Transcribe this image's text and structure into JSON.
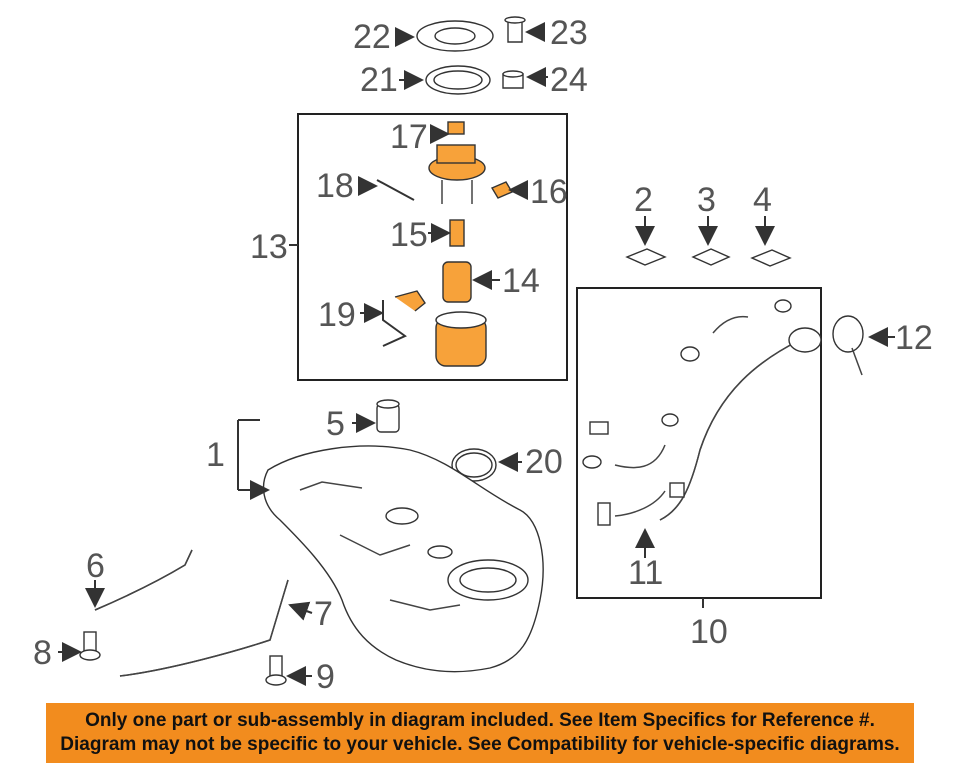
{
  "callouts": {
    "c1": "1",
    "c2": "2",
    "c3": "3",
    "c4": "4",
    "c5": "5",
    "c6": "6",
    "c7": "7",
    "c8": "8",
    "c9": "9",
    "c10": "10",
    "c11": "11",
    "c12": "12",
    "c13": "13",
    "c14": "14",
    "c15": "15",
    "c16": "16",
    "c17": "17",
    "c18": "18",
    "c19": "19",
    "c20": "20",
    "c21": "21",
    "c22": "22",
    "c23": "23",
    "c24": "24"
  },
  "highlight_color": "#f7a23a",
  "notice": {
    "line1": "Only one part or sub-assembly in diagram included. See Item Specifics for Reference #.",
    "line2": "Diagram may not be specific to your vehicle. See Compatibility for vehicle-specific diagrams.",
    "background": "#f28c1e"
  }
}
